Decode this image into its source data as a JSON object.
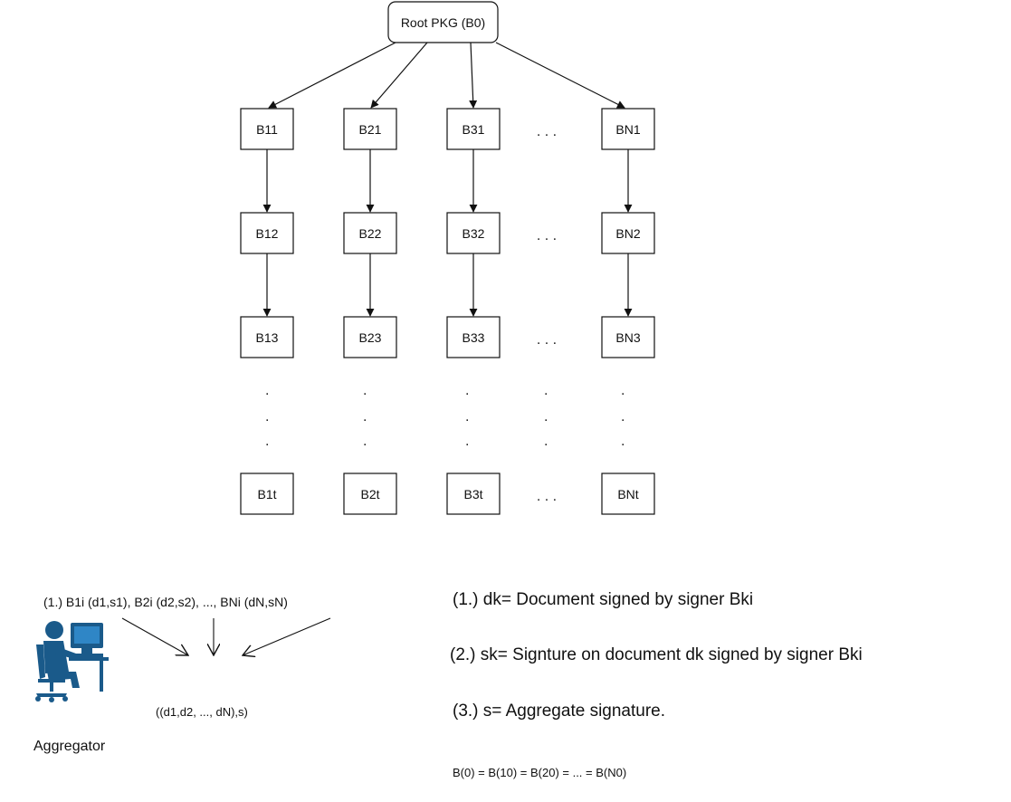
{
  "root": {
    "label": "Root PKG (B0)"
  },
  "columns": [
    {
      "nodes": [
        "B11",
        "B12",
        "B13",
        "B1t"
      ]
    },
    {
      "nodes": [
        "B21",
        "B22",
        "B23",
        "B2t"
      ]
    },
    {
      "nodes": [
        "B31",
        "B32",
        "B33",
        "B3t"
      ]
    },
    {
      "nodes": [
        "BN1",
        "BN2",
        "BN3",
        "BNt"
      ]
    }
  ],
  "ellipsis": ". . .",
  "vertical_dot": ".",
  "aggregation": {
    "inputs_label": "(1.) B1i (d1,s1), B2i (d2,s2), ..., BNi (dN,sN)",
    "output_label": "((d1,d2, ..., dN),s)",
    "aggregator_label": "Aggregator",
    "icon": "aggregator-person-at-computer-icon"
  },
  "legend": {
    "items": [
      "(1.) dk= Document signed by signer Bki",
      "(2.) sk= Signture on document dk signed by signer Bki",
      "(3.) s= Aggregate signature."
    ],
    "equation": "B(0) = B(10) =  B(20) = ... =  B(N0)"
  },
  "colors": {
    "line": "#111111",
    "icon": "#1a5a8a"
  }
}
